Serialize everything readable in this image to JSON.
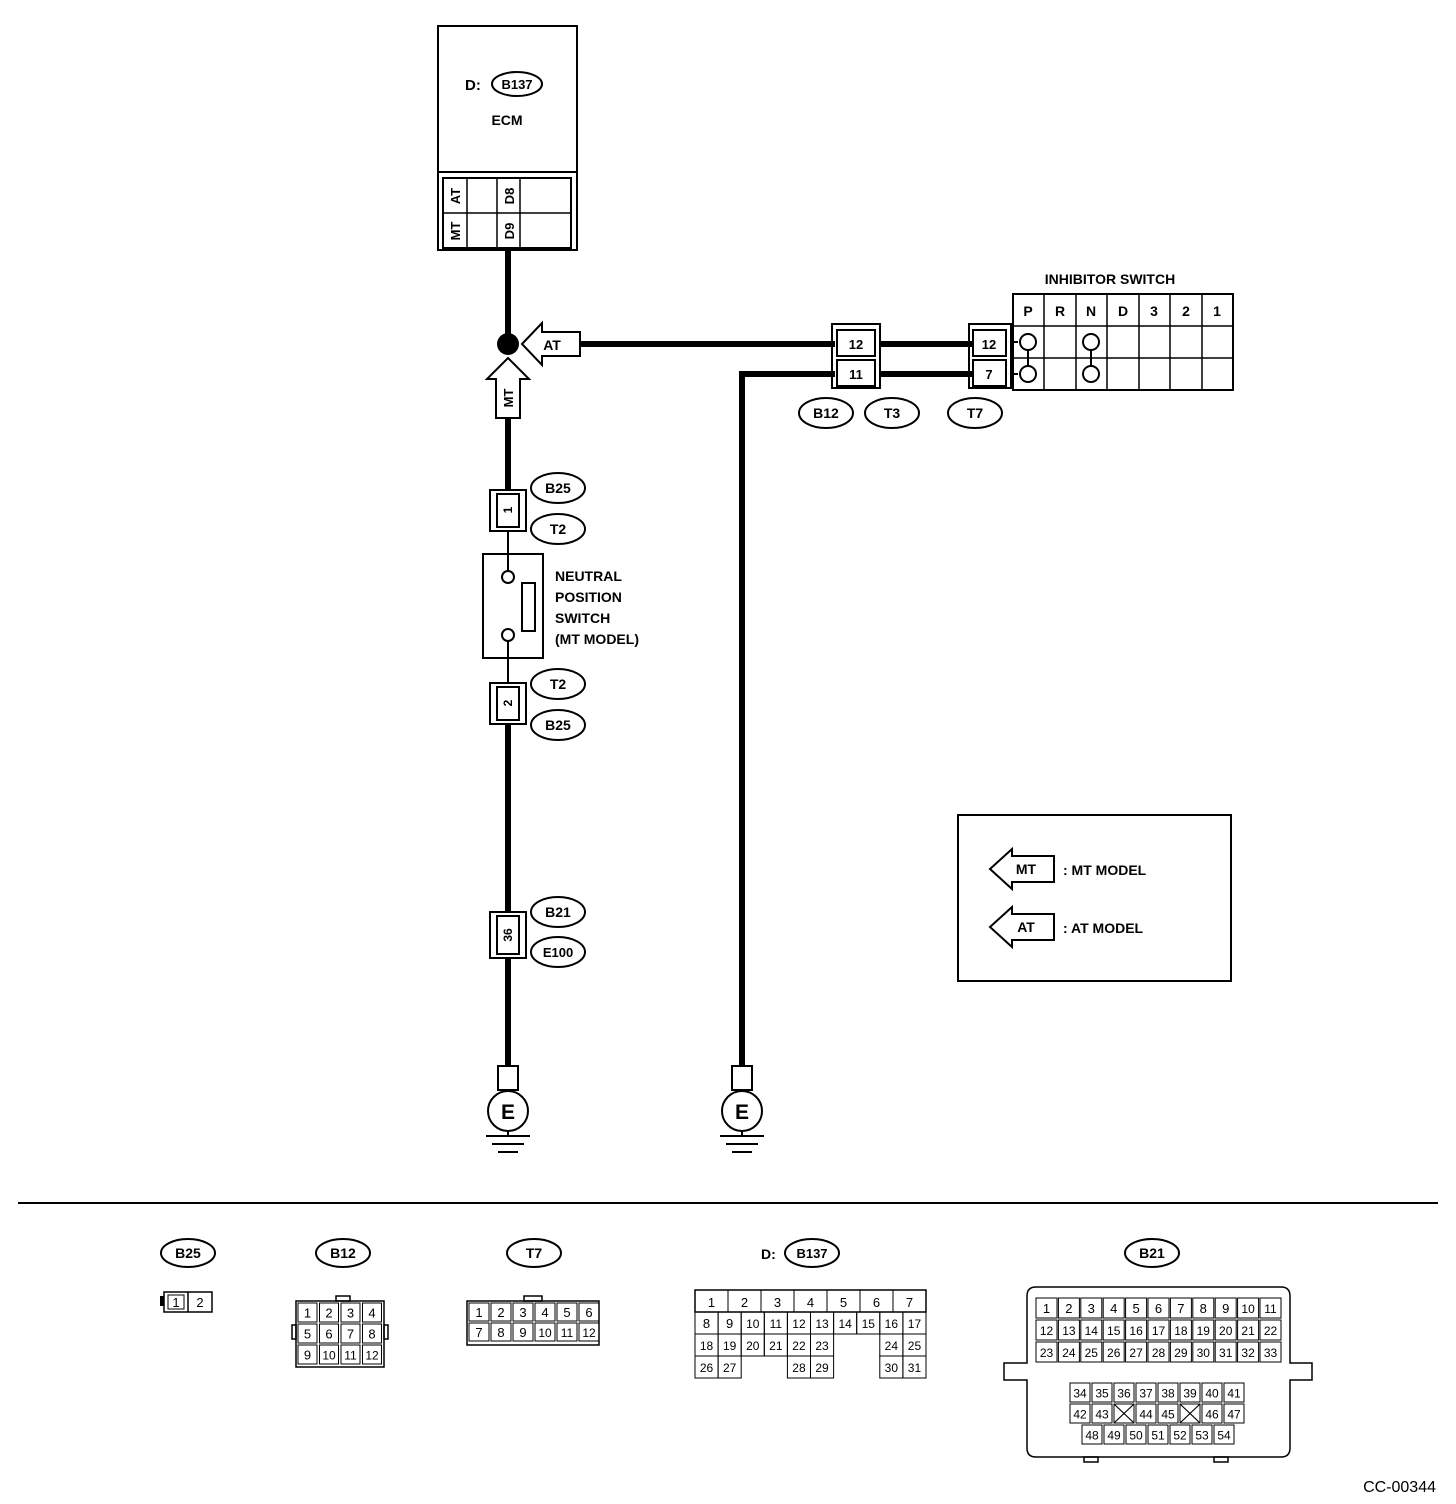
{
  "ecm": {
    "prefix": "D:",
    "connector": "B137",
    "label": "ECM",
    "pins": [
      "AT",
      "D8",
      "MT",
      "D9"
    ]
  },
  "wire_tags": {
    "at": "AT",
    "mt": "MT"
  },
  "inhibitor": {
    "title": "INHIBITOR SWITCH",
    "positions": [
      "P",
      "R",
      "N",
      "D",
      "3",
      "2",
      "1"
    ],
    "pins": [
      "12",
      "7"
    ],
    "connector": "T7"
  },
  "joint": {
    "pins": [
      "12",
      "11"
    ],
    "connectors": [
      "B12",
      "T3"
    ]
  },
  "neutral_switch": {
    "lines": [
      "NEUTRAL",
      "POSITION",
      "SWITCH",
      "(MT MODEL)"
    ],
    "pin_top": "1",
    "pin_bottom": "2",
    "top_connectors": [
      "B25",
      "T2"
    ],
    "bottom_connectors": [
      "T2",
      "B25"
    ]
  },
  "ground_connector": {
    "pin": "36",
    "connectors": [
      "B21",
      "E100"
    ]
  },
  "grounds": [
    "E",
    "E"
  ],
  "legend": [
    {
      "tag": "MT",
      "text": ": MT MODEL"
    },
    {
      "tag": "AT",
      "text": ": AT MODEL"
    }
  ],
  "connector_views": {
    "b25": {
      "name": "B25",
      "rows": [
        [
          "1",
          "2"
        ]
      ]
    },
    "b12": {
      "name": "B12",
      "rows": [
        [
          "1",
          "2",
          "3",
          "4"
        ],
        [
          "5",
          "6",
          "7",
          "8"
        ],
        [
          "9",
          "10",
          "11",
          "12"
        ]
      ]
    },
    "t7": {
      "name": "T7",
      "rows": [
        [
          "1",
          "2",
          "3",
          "4",
          "5",
          "6"
        ],
        [
          "7",
          "8",
          "9",
          "10",
          "11",
          "12"
        ]
      ]
    },
    "b137": {
      "prefix": "D:",
      "name": "B137",
      "top_row": [
        "1",
        "2",
        "3",
        "4",
        "5",
        "6",
        "7"
      ],
      "grid_rows": [
        [
          "8",
          "9",
          "10",
          "11",
          "12",
          "13",
          "14",
          "15",
          "16",
          "17"
        ],
        [
          "18",
          "19",
          "20",
          "21",
          "22",
          "23",
          "",
          "",
          "24",
          "25"
        ],
        [
          "26",
          "27",
          "",
          "",
          "28",
          "29",
          "",
          "",
          "30",
          "31"
        ]
      ]
    },
    "b21": {
      "name": "B21",
      "rows_top": [
        [
          "1",
          "2",
          "3",
          "4",
          "5",
          "6",
          "7",
          "8",
          "9",
          "10",
          "11"
        ],
        [
          "12",
          "13",
          "14",
          "15",
          "16",
          "17",
          "18",
          "19",
          "20",
          "21",
          "22"
        ],
        [
          "23",
          "24",
          "25",
          "26",
          "27",
          "28",
          "29",
          "30",
          "31",
          "32",
          "33"
        ]
      ],
      "rows_bottom": [
        [
          "34",
          "35",
          "36",
          "37",
          "38",
          "39",
          "40",
          "41"
        ],
        [
          "42",
          "43",
          "X",
          "44",
          "45",
          "X",
          "46",
          "47"
        ],
        [
          "48",
          "49",
          "50",
          "51",
          "52",
          "53",
          "54"
        ]
      ]
    }
  },
  "figure_id": "CC-00344"
}
